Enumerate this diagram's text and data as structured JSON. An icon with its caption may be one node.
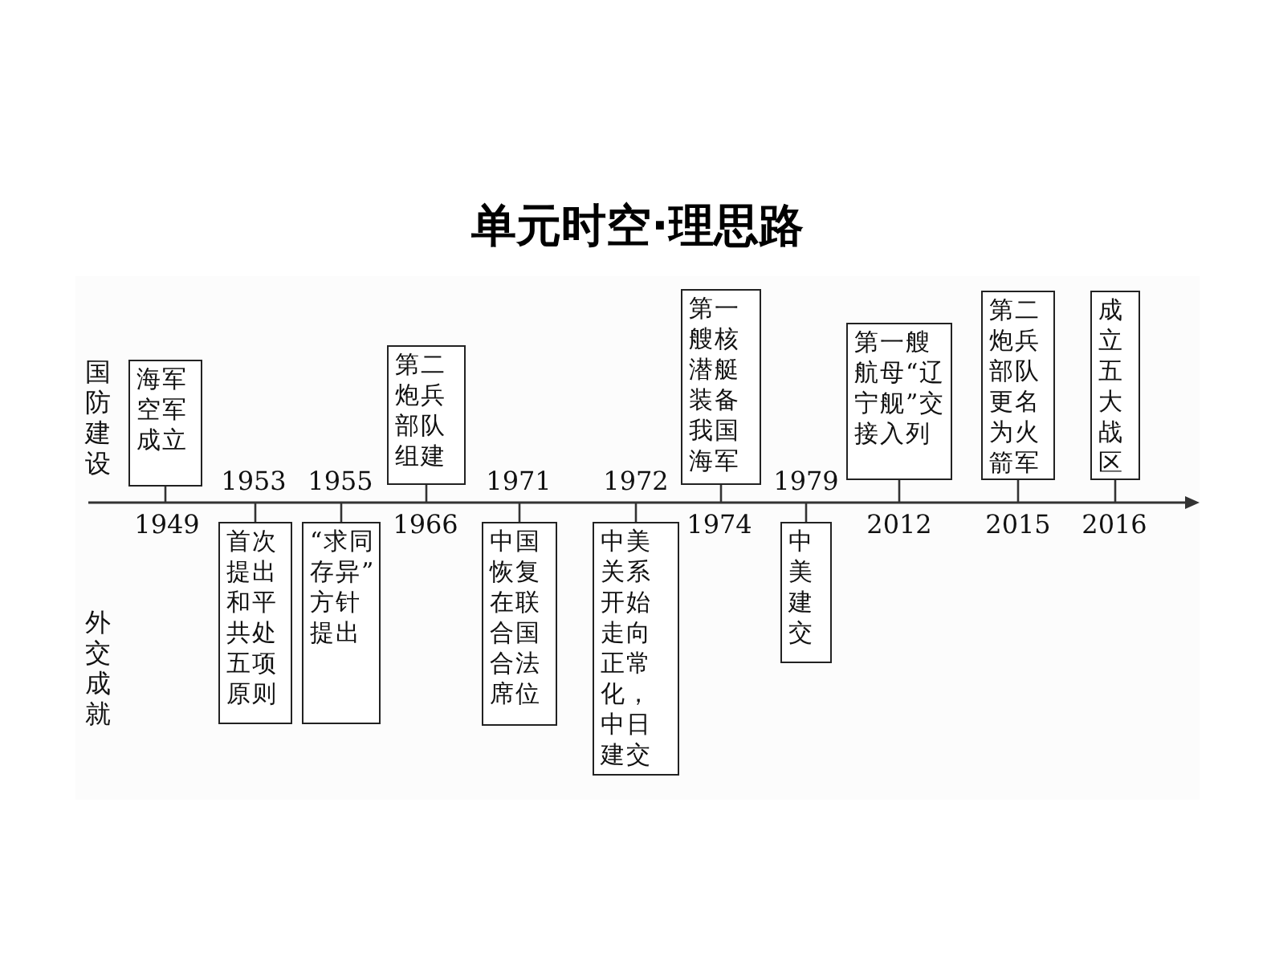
{
  "diagram": {
    "title": "单元时空·理思路",
    "nodes": [
      {
        "text": [
          "海军空军成立"
        ]
      },
      {
        "text": [
          "首次提出和平共处五项原则"
        ]
      },
      {
        "text": [
          "“求同存异”方针提出"
        ]
      },
      {
        "text": [
          "第二炮兵部队组建"
        ]
      },
      {
        "text": [
          "中国恢复在联合国合法席位"
        ]
      },
      {
        "text": [
          "中美关系开始走向正常化，中日建交"
        ]
      },
      {
        "text": [
          "第一艘核潜艇装备我国海军"
        ]
      },
      {
        "text": [
          "中美建交"
        ]
      },
      {
        "text": [
          "第一艘航母“辽宁舰”交接入列"
        ]
      },
      {
        "text": [
          "第二炮兵部队更名为火箭军"
        ]
      },
      {
        "text": [
          "成立五大战区"
        ]
      },
      {
        "text": [],
        "shape": "bar"
      }
    ],
    "edges": [
      {
        "from": 0,
        "to": 11,
        "arrow": "none"
      },
      {
        "from": 1,
        "to": 11,
        "arrow": "none"
      },
      {
        "from": 2,
        "to": 11,
        "arrow": "none"
      },
      {
        "from": 3,
        "to": 11,
        "arrow": "none"
      },
      {
        "from": 4,
        "to": 11,
        "arrow": "none"
      },
      {
        "from": 5,
        "to": 11,
        "arrow": "none"
      },
      {
        "from": 6,
        "to": 11,
        "arrow": "none"
      },
      {
        "from": 7,
        "to": 11,
        "arrow": "none"
      },
      {
        "from": 8,
        "to": 11,
        "arrow": "none"
      },
      {
        "from": 9,
        "to": 11,
        "arrow": "none"
      },
      {
        "from": 10,
        "to": 11,
        "arrow": "none"
      }
    ],
    "labels": [
      "国防建设",
      "1953",
      "1955",
      "1971",
      "1972",
      "1979",
      "1949",
      "1966",
      "1974",
      "2012",
      "2015",
      "2016",
      "外交成就"
    ]
  }
}
